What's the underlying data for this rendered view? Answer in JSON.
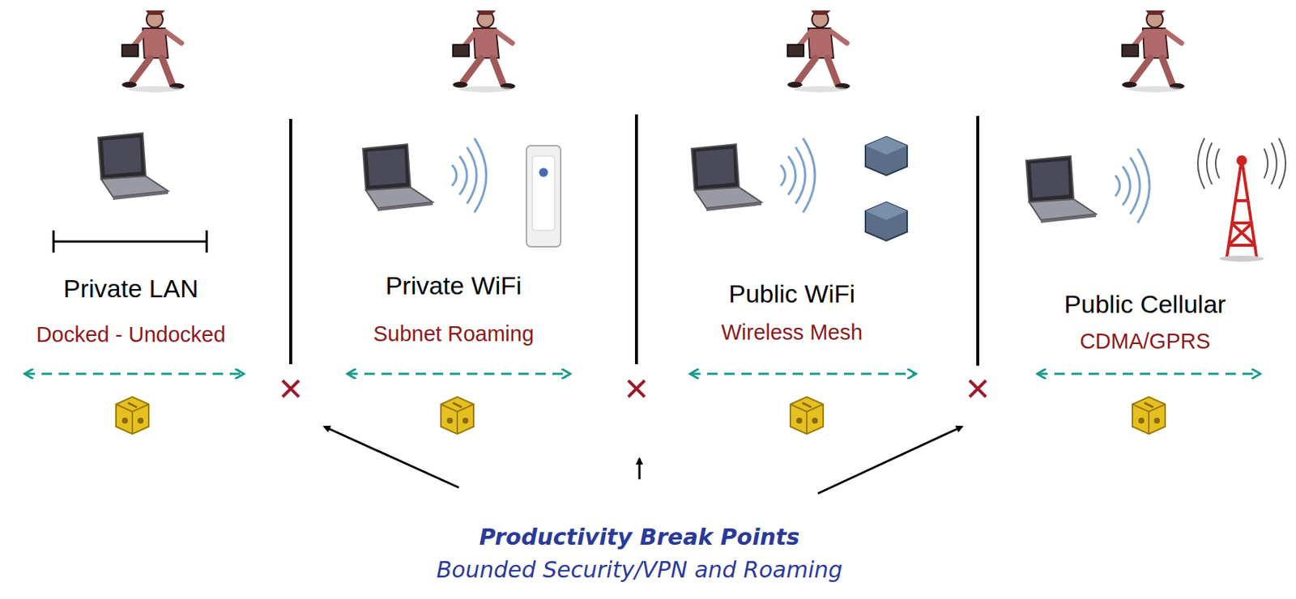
{
  "diagram": {
    "labels": [
      "Private LAN",
      "Docked - Undocked",
      "Private WiFi",
      "Subnet Roaming",
      "Public WiFi",
      "Wireless Mesh",
      "Public Cellular",
      "CDMA/GPRS",
      "Productivity Break Points",
      "Bounded Security/VPN and Roaming"
    ]
  }
}
